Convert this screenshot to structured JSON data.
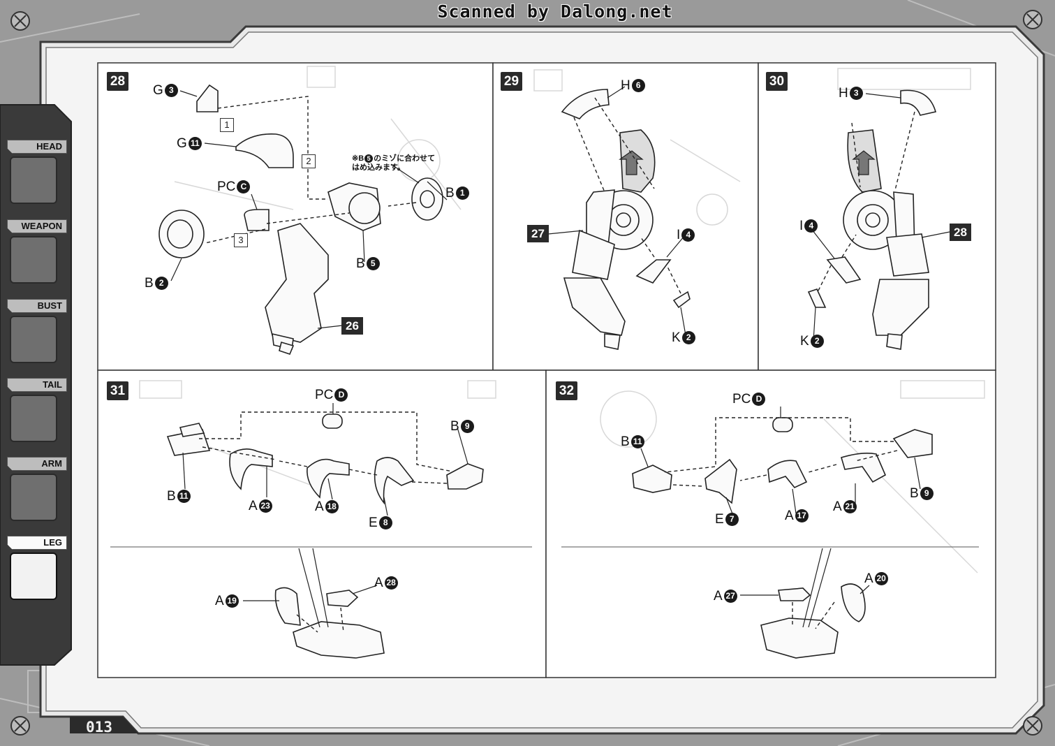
{
  "watermark": "Scanned by Dalong.net",
  "page_number": "013",
  "tabs": [
    {
      "label": "HEAD",
      "active": false
    },
    {
      "label": "WEAPON",
      "active": false
    },
    {
      "label": "BUST",
      "active": false
    },
    {
      "label": "TAIL",
      "active": false
    },
    {
      "label": "ARM",
      "active": false
    },
    {
      "label": "LEG",
      "active": true
    }
  ],
  "steps": {
    "s28": {
      "number": "28",
      "note_line1": "※B",
      "note_num": "5",
      "note_line1_rest": "のミゾに合わせて",
      "note_line2": "はめ込みます。",
      "sub_steps": [
        "1",
        "2",
        "3"
      ],
      "parts": [
        {
          "letter": "G",
          "num": "3"
        },
        {
          "letter": "G",
          "num": "11"
        },
        {
          "letter": "PC",
          "num": "C"
        },
        {
          "letter": "B",
          "num": "1"
        },
        {
          "letter": "B",
          "num": "5"
        },
        {
          "letter": "B",
          "num": "2"
        }
      ],
      "ref": "26"
    },
    "s29": {
      "number": "29",
      "parts": [
        {
          "letter": "H",
          "num": "6"
        },
        {
          "letter": "I",
          "num": "4"
        },
        {
          "letter": "K",
          "num": "2"
        }
      ],
      "ref": "27"
    },
    "s30": {
      "number": "30",
      "parts": [
        {
          "letter": "H",
          "num": "3"
        },
        {
          "letter": "I",
          "num": "4"
        },
        {
          "letter": "K",
          "num": "2"
        }
      ],
      "ref": "28"
    },
    "s31": {
      "number": "31",
      "parts": [
        {
          "letter": "PC",
          "num": "D"
        },
        {
          "letter": "B",
          "num": "9"
        },
        {
          "letter": "B",
          "num": "11"
        },
        {
          "letter": "A",
          "num": "23"
        },
        {
          "letter": "A",
          "num": "18"
        },
        {
          "letter": "E",
          "num": "8"
        },
        {
          "letter": "A",
          "num": "19"
        },
        {
          "letter": "A",
          "num": "28"
        }
      ]
    },
    "s32": {
      "number": "32",
      "parts": [
        {
          "letter": "PC",
          "num": "D"
        },
        {
          "letter": "B",
          "num": "11"
        },
        {
          "letter": "B",
          "num": "9"
        },
        {
          "letter": "E",
          "num": "7"
        },
        {
          "letter": "A",
          "num": "17"
        },
        {
          "letter": "A",
          "num": "21"
        },
        {
          "letter": "A",
          "num": "27"
        },
        {
          "letter": "A",
          "num": "20"
        }
      ]
    }
  }
}
